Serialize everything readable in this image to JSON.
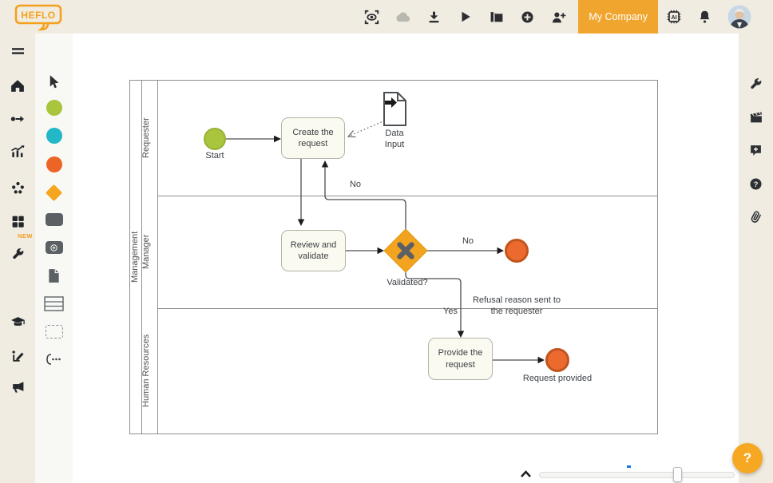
{
  "app": {
    "logo_text": "HEFLO"
  },
  "topbar": {
    "company_button": "My Company",
    "icons": [
      "process-preview",
      "cloud-sync",
      "download",
      "run",
      "portfolio",
      "add-new",
      "invite-user",
      "ai-assistant",
      "notifications",
      "user-avatar"
    ],
    "accent_color": "#F0A62E"
  },
  "left_rail": {
    "new_badge": "NEW",
    "items": [
      "menu",
      "home",
      "processes",
      "analytics",
      "integrations",
      "apps",
      "tools",
      "academy",
      "compose",
      "announcements"
    ]
  },
  "palette": {
    "items": [
      "select",
      "start-event",
      "intermediate-event",
      "end-event",
      "gateway",
      "task",
      "subprocess",
      "data-object",
      "pool-lane",
      "group",
      "annotation"
    ],
    "colors": {
      "start": "#A9C53D",
      "intermediate": "#22B8C8",
      "end": "#EC6526",
      "gateway": "#F5A61F",
      "shape": "#5B6064"
    }
  },
  "right_rail": {
    "items": [
      "properties",
      "presentation",
      "feedback",
      "help",
      "attachments"
    ]
  },
  "diagram": {
    "pool": "Management",
    "lanes": [
      "Requester",
      "Manager",
      "Human Resources"
    ],
    "nodes": {
      "start": "Start",
      "task_create": "Create the request",
      "data_input": "Data Input",
      "task_review": "Review and validate",
      "gateway_label": "Validated?",
      "end_refusal": "Refusal reason sent to the requester",
      "task_provide": "Provide the request",
      "end_provided": "Request provided"
    },
    "edge_labels": {
      "no_return": "No",
      "no_refusal": "No",
      "yes": "Yes"
    },
    "colors": {
      "start_event": "#A9C53D",
      "end_event": "#EC6A2E",
      "gateway": "#F3A41F",
      "task_fill": "#FBFAF0"
    }
  },
  "footer": {
    "help_button": "?"
  }
}
